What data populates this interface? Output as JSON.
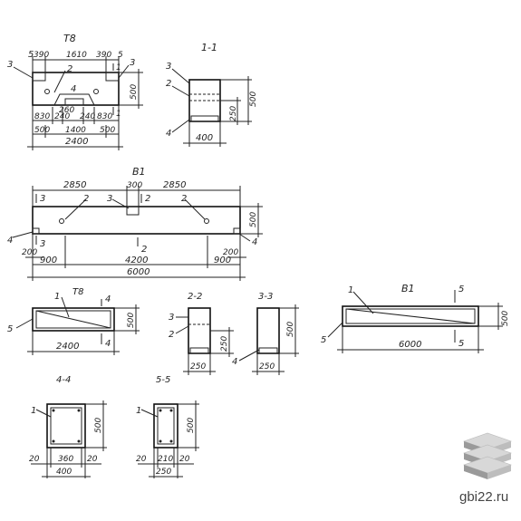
{
  "views": {
    "t8": {
      "title": "Т8",
      "marks": {
        "m3a": "3",
        "m5a": "5",
        "m2": "2",
        "m4": "4",
        "m1a": "1",
        "m1b": "1",
        "m3b": "3",
        "m5b": "5"
      },
      "dims_top": {
        "d390a": "390",
        "d1610": "1610",
        "d390b": "390"
      },
      "dims_bottom": {
        "d830a": "830",
        "d240a": "240",
        "d260": "260",
        "d240b": "240",
        "d830b": "830",
        "d500a": "500",
        "d1400": "1400",
        "d500b": "500",
        "d2400": "2400"
      },
      "dim_height": "500"
    },
    "s11": {
      "title": "1-1",
      "marks": {
        "m3": "3",
        "m2": "2",
        "m4": "4"
      },
      "dims": {
        "d250": "250",
        "d500": "500",
        "d400": "400"
      }
    },
    "b1": {
      "title": "В1",
      "marks": {
        "m3a": "3",
        "m2a": "2",
        "m3b": "3",
        "m2b": "2",
        "m2c": "2",
        "m4a": "4",
        "m3c": "3",
        "m2d": "2",
        "m4b": "4"
      },
      "dims_top": {
        "d2850a": "2850",
        "d300": "300",
        "d2850b": "2850"
      },
      "dims_bottom": {
        "d200a": "200",
        "d900a": "900",
        "d4200": "4200",
        "d200b": "200",
        "d900b": "900",
        "d6000": "6000"
      },
      "dim_height": "500"
    },
    "t8_plan": {
      "title": "Т8",
      "marks": {
        "m1": "1",
        "m4a": "4",
        "m5": "5",
        "m4b": "4"
      },
      "dims": {
        "d2400": "2400",
        "d500": "500"
      }
    },
    "s22": {
      "title": "2-2",
      "marks": {
        "m3": "3",
        "m2": "2"
      },
      "dims": {
        "d250h": "250",
        "d250w": "250"
      }
    },
    "s33": {
      "title": "3-3",
      "marks": {
        "m4": "4"
      },
      "dims": {
        "d500": "500",
        "d250": "250"
      }
    },
    "b1_plan": {
      "title": "В1",
      "marks": {
        "m1": "1",
        "m5a": "5",
        "m5": "5",
        "m5b": "5"
      },
      "dims": {
        "d6000": "6000",
        "d500": "500"
      }
    },
    "s44": {
      "title": "4-4",
      "marks": {
        "m1": "1"
      },
      "dims": {
        "d20a": "20",
        "d360": "360",
        "d20b": "20",
        "d400": "400",
        "d500": "500"
      }
    },
    "s55": {
      "title": "5-5",
      "marks": {
        "m1": "1"
      },
      "dims": {
        "d20a": "20",
        "d210": "210",
        "d20b": "20",
        "d250": "250",
        "d500": "500"
      }
    }
  },
  "watermark": {
    "text": "gbi22.ru",
    "icon": "stacked-slabs-logo"
  }
}
